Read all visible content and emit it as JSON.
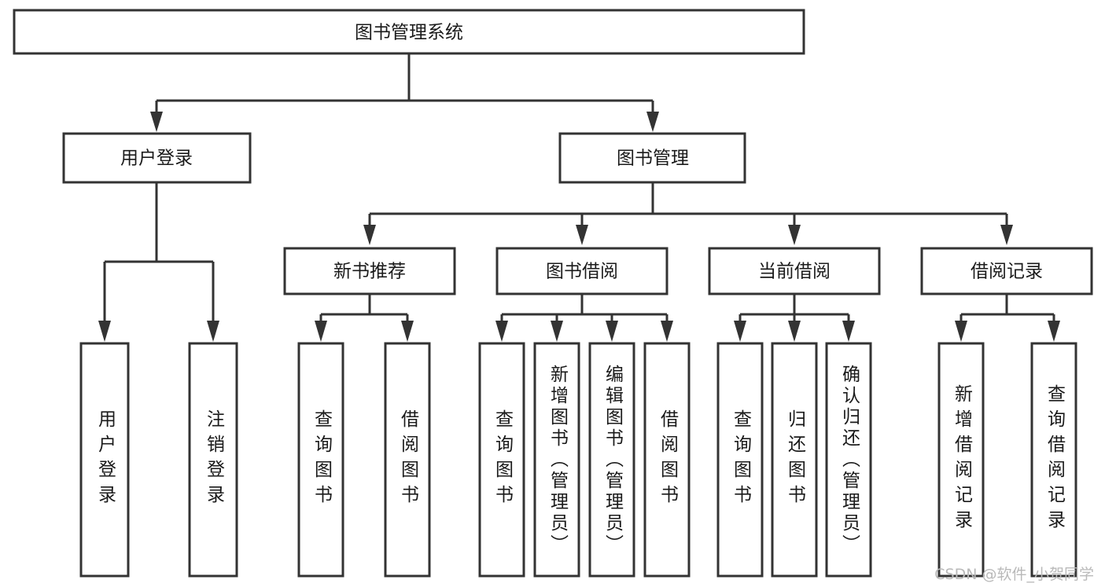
{
  "diagram": {
    "type": "hierarchy-tree",
    "title": "图书管理系统",
    "watermark": "CSDN @软件_小贺同学",
    "levels": [
      {
        "level": 1,
        "nodes": [
          {
            "id": "root",
            "label": "图书管理系统",
            "orientation": "horizontal"
          }
        ]
      },
      {
        "level": 2,
        "nodes": [
          {
            "id": "user-login",
            "label": "用户登录",
            "orientation": "horizontal",
            "parent": "root"
          },
          {
            "id": "book-manage",
            "label": "图书管理",
            "orientation": "horizontal",
            "parent": "root"
          }
        ]
      },
      {
        "level": 3,
        "nodes": [
          {
            "id": "new-book-recommend",
            "label": "新书推荐",
            "orientation": "horizontal",
            "parent": "book-manage"
          },
          {
            "id": "book-borrow",
            "label": "图书借阅",
            "orientation": "horizontal",
            "parent": "book-manage"
          },
          {
            "id": "current-borrow",
            "label": "当前借阅",
            "orientation": "horizontal",
            "parent": "book-manage"
          },
          {
            "id": "borrow-record",
            "label": "借阅记录",
            "orientation": "horizontal",
            "parent": "book-manage"
          }
        ]
      },
      {
        "level": 4,
        "nodes": [
          {
            "id": "leaf-user-login",
            "label": "用户登录",
            "orientation": "vertical",
            "parent": "user-login"
          },
          {
            "id": "leaf-logout-login",
            "label": "注销登录",
            "orientation": "vertical",
            "parent": "user-login"
          },
          {
            "id": "leaf-query-book-1",
            "label": "查询图书",
            "orientation": "vertical",
            "parent": "new-book-recommend"
          },
          {
            "id": "leaf-borrow-book-1",
            "label": "借阅图书",
            "orientation": "vertical",
            "parent": "new-book-recommend"
          },
          {
            "id": "leaf-query-book-2",
            "label": "查询图书",
            "orientation": "vertical",
            "parent": "book-borrow"
          },
          {
            "id": "leaf-add-book",
            "label": "新增图书（管理员）",
            "orientation": "vertical",
            "parent": "book-borrow"
          },
          {
            "id": "leaf-edit-book",
            "label": "编辑图书（管理员）",
            "orientation": "vertical",
            "parent": "book-borrow"
          },
          {
            "id": "leaf-borrow-book-2",
            "label": "借阅图书",
            "orientation": "vertical",
            "parent": "book-borrow"
          },
          {
            "id": "leaf-query-book-3",
            "label": "查询图书",
            "orientation": "vertical",
            "parent": "current-borrow"
          },
          {
            "id": "leaf-return-book",
            "label": "归还图书",
            "orientation": "vertical",
            "parent": "current-borrow"
          },
          {
            "id": "leaf-confirm-return",
            "label": "确认归还（管理员）",
            "orientation": "vertical",
            "parent": "current-borrow"
          },
          {
            "id": "leaf-add-record",
            "label": "新增借阅记录",
            "orientation": "vertical",
            "parent": "borrow-record"
          },
          {
            "id": "leaf-query-record",
            "label": "查询借阅记录",
            "orientation": "vertical",
            "parent": "borrow-record"
          }
        ]
      }
    ],
    "colors": {
      "stroke": "#333333",
      "box_fill": "#ffffff",
      "text": "#1a1a1a",
      "watermark": "#b9b9b9",
      "background": "#ffffff"
    }
  }
}
